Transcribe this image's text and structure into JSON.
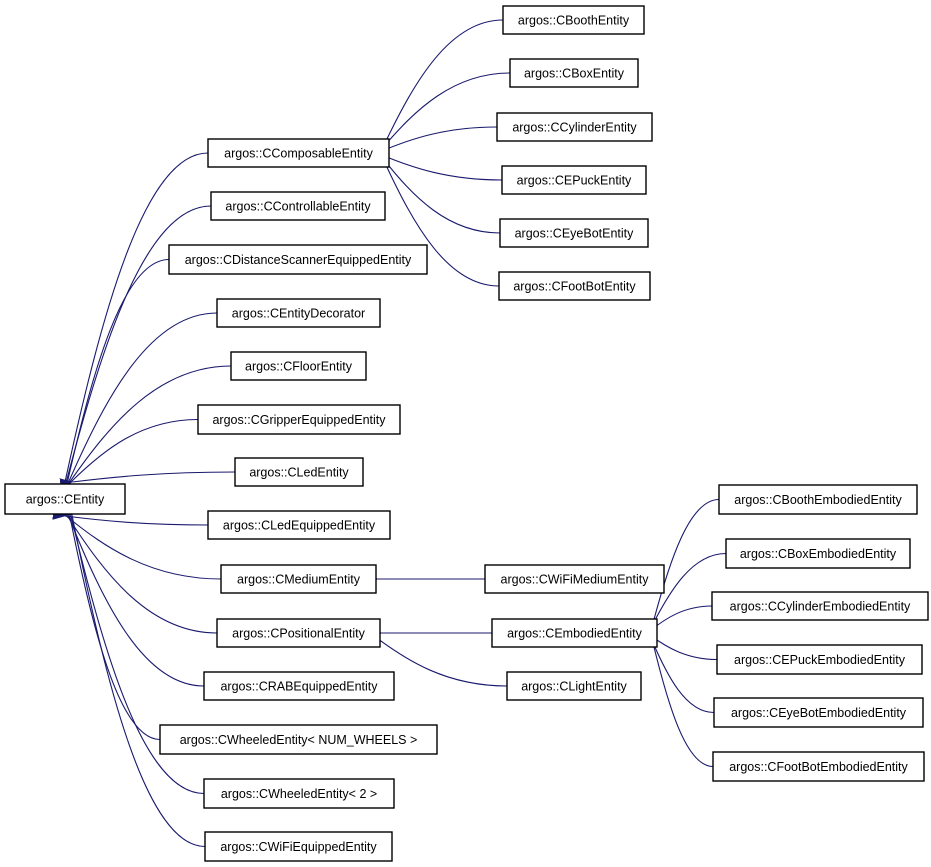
{
  "diagram": {
    "nodes": [
      {
        "id": "centity",
        "label": "argos::CEntity"
      },
      {
        "id": "ccomposable",
        "label": "argos::CComposableEntity"
      },
      {
        "id": "ccontrollable",
        "label": "argos::CControllableEntity"
      },
      {
        "id": "cdistscanner",
        "label": "argos::CDistanceScannerEquippedEntity"
      },
      {
        "id": "cdecorator",
        "label": "argos::CEntityDecorator"
      },
      {
        "id": "cfloor",
        "label": "argos::CFloorEntity"
      },
      {
        "id": "cgripper",
        "label": "argos::CGripperEquippedEntity"
      },
      {
        "id": "cled",
        "label": "argos::CLedEntity"
      },
      {
        "id": "cledequipped",
        "label": "argos::CLedEquippedEntity"
      },
      {
        "id": "cmedium",
        "label": "argos::CMediumEntity"
      },
      {
        "id": "cpositional",
        "label": "argos::CPositionalEntity"
      },
      {
        "id": "crab",
        "label": "argos::CRABEquippedEntity"
      },
      {
        "id": "cwheeledn",
        "label": "argos::CWheeledEntity< NUM_WHEELS >"
      },
      {
        "id": "cwheeled2",
        "label": "argos::CWheeledEntity< 2 >"
      },
      {
        "id": "cwifiequipped",
        "label": "argos::CWiFiEquippedEntity"
      },
      {
        "id": "cbooth",
        "label": "argos::CBoothEntity"
      },
      {
        "id": "cbox",
        "label": "argos::CBoxEntity"
      },
      {
        "id": "ccylinder",
        "label": "argos::CCylinderEntity"
      },
      {
        "id": "cepuck",
        "label": "argos::CEPuckEntity"
      },
      {
        "id": "ceyebot",
        "label": "argos::CEyeBotEntity"
      },
      {
        "id": "cfootbot",
        "label": "argos::CFootBotEntity"
      },
      {
        "id": "cwifimedium",
        "label": "argos::CWiFiMediumEntity"
      },
      {
        "id": "cembodied",
        "label": "argos::CEmbodiedEntity"
      },
      {
        "id": "clight",
        "label": "argos::CLightEntity"
      },
      {
        "id": "cboothemb",
        "label": "argos::CBoothEmbodiedEntity"
      },
      {
        "id": "cboxemb",
        "label": "argos::CBoxEmbodiedEntity"
      },
      {
        "id": "ccylinderemb",
        "label": "argos::CCylinderEmbodiedEntity"
      },
      {
        "id": "cepuckemb",
        "label": "argos::CEPuckEmbodiedEntity"
      },
      {
        "id": "ceyebotemb",
        "label": "argos::CEyeBotEmbodiedEntity"
      },
      {
        "id": "cfootbotemb",
        "label": "argos::CFootBotEmbodiedEntity"
      }
    ],
    "edges": [
      {
        "from": "ccomposable",
        "to": "centity"
      },
      {
        "from": "ccontrollable",
        "to": "centity"
      },
      {
        "from": "cdistscanner",
        "to": "centity"
      },
      {
        "from": "cdecorator",
        "to": "centity"
      },
      {
        "from": "cfloor",
        "to": "centity"
      },
      {
        "from": "cgripper",
        "to": "centity"
      },
      {
        "from": "cled",
        "to": "centity"
      },
      {
        "from": "cledequipped",
        "to": "centity"
      },
      {
        "from": "cmedium",
        "to": "centity"
      },
      {
        "from": "cpositional",
        "to": "centity"
      },
      {
        "from": "crab",
        "to": "centity"
      },
      {
        "from": "cwheeledn",
        "to": "centity"
      },
      {
        "from": "cwheeled2",
        "to": "centity"
      },
      {
        "from": "cwifiequipped",
        "to": "centity"
      },
      {
        "from": "cbooth",
        "to": "ccomposable"
      },
      {
        "from": "cbox",
        "to": "ccomposable"
      },
      {
        "from": "ccylinder",
        "to": "ccomposable"
      },
      {
        "from": "cepuck",
        "to": "ccomposable"
      },
      {
        "from": "ceyebot",
        "to": "ccomposable"
      },
      {
        "from": "cfootbot",
        "to": "ccomposable"
      },
      {
        "from": "cwifimedium",
        "to": "cmedium"
      },
      {
        "from": "cembodied",
        "to": "cpositional"
      },
      {
        "from": "clight",
        "to": "cpositional"
      },
      {
        "from": "cboothemb",
        "to": "cembodied"
      },
      {
        "from": "cboxemb",
        "to": "cembodied"
      },
      {
        "from": "ccylinderemb",
        "to": "cembodied"
      },
      {
        "from": "cepuckemb",
        "to": "cembodied"
      },
      {
        "from": "ceyebotemb",
        "to": "cembodied"
      },
      {
        "from": "cfootbotemb",
        "to": "cembodied"
      }
    ],
    "colors": {
      "edge": "#1a1a6e",
      "node_border": "#000000",
      "node_fill": "#ffffff"
    }
  }
}
